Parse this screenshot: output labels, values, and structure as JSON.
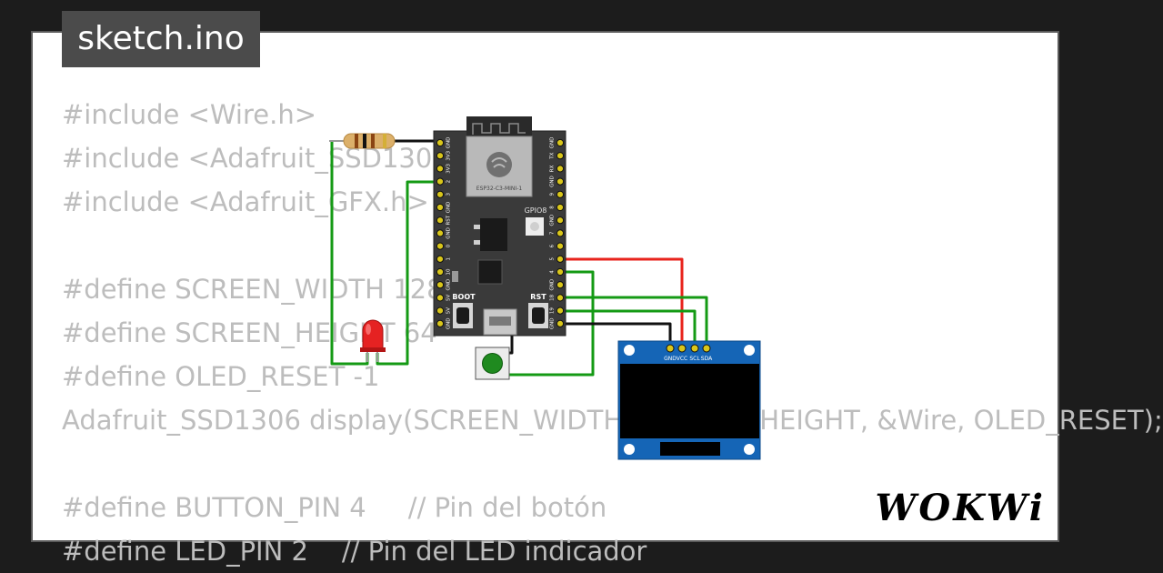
{
  "file_tab": {
    "label": "sketch.ino"
  },
  "code_lines": [
    "#include <Wire.h>",
    "#include <Adafruit_SSD1306.h>",
    "#include <Adafruit_GFX.h>",
    "",
    "#define SCREEN_WIDTH 128",
    "#define SCREEN_HEIGHT 64",
    "#define OLED_RESET -1",
    "Adafruit_SSD1306 display(SCREEN_WIDTH, SCREEN_HEIGHT, &Wire, OLED_RESET);",
    "",
    "#define BUTTON_PIN 4     // Pin del botón",
    "#define LED_PIN 2    // Pin del LED indicador"
  ],
  "board": {
    "module_label": "ESP32-C3-MINI-1",
    "gpio8_label": "GPIO8",
    "boot_label": "BOOT",
    "rst_label": "RST",
    "left_pins": [
      "GND",
      "3V3",
      "3V3",
      "2",
      "3",
      "GND",
      "RST",
      "GND",
      "0",
      "1",
      "10",
      "GND",
      "5V",
      "5V",
      "GND"
    ],
    "right_pins": [
      "GND",
      "TX",
      "RX",
      "GND",
      "9",
      "8",
      "GND",
      "7",
      "6",
      "5",
      "4",
      "GND",
      "18",
      "19",
      "GND"
    ]
  },
  "oled": {
    "pin_labels": [
      "GND",
      "VCC",
      "SCL",
      "SDA"
    ]
  },
  "wire_colors": {
    "red": "#e8231c",
    "green": "#149a14",
    "black": "#111111"
  },
  "brand": {
    "logo_text": "WOKWi"
  }
}
